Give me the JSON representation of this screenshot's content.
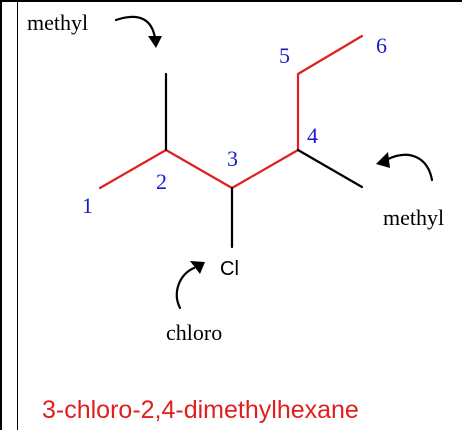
{
  "colors": {
    "main_chain": "#e0201e",
    "side_bond": "#000000",
    "locant": "#1a1ad0",
    "label": "#000000",
    "name": "#e0201e",
    "arrow": "#000000"
  },
  "molecule": {
    "locants": [
      "1",
      "2",
      "3",
      "4",
      "5",
      "6"
    ],
    "substituent_labels": {
      "methyl_top": "methyl",
      "methyl_right": "methyl",
      "chloro": "chloro"
    },
    "atom_label": "Cl"
  },
  "compound_name": "3-chloro-2,4-dimethylhexane",
  "icons": [
    "curved-arrow-icon",
    "curved-arrow-icon",
    "curved-arrow-icon"
  ]
}
